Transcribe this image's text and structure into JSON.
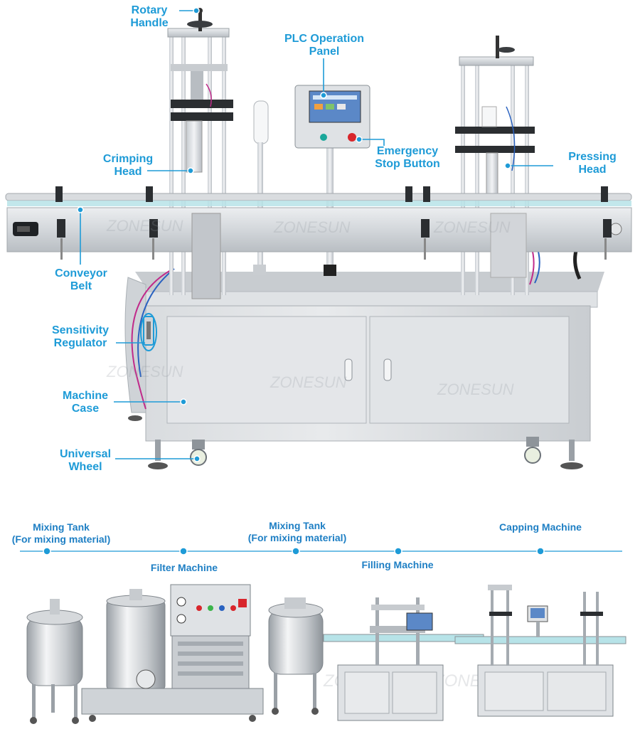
{
  "brand_watermark": "ZONESUN",
  "accent_color": "#1e9bd7",
  "callouts": {
    "rotary_handle": [
      "Rotary",
      "Handle"
    ],
    "plc_panel": [
      "PLC Operation",
      "Panel"
    ],
    "crimping_head": [
      "Crimping",
      "Head"
    ],
    "emergency_stop": [
      "Emergency",
      "Stop Button"
    ],
    "pressing_head": [
      "Pressing",
      "Head"
    ],
    "conveyor_belt": [
      "Conveyor",
      "Belt"
    ],
    "sensitivity_regulator": [
      "Sensitivity",
      "Regulator"
    ],
    "machine_case": [
      "Machine",
      "Case"
    ],
    "universal_wheel": [
      "Universal",
      "Wheel"
    ]
  },
  "production_line": {
    "step1": [
      "Mixing Tank",
      "(For mixing material)"
    ],
    "step2": [
      "Filter Machine"
    ],
    "step3": [
      "Mixing Tank",
      "(For mixing material)"
    ],
    "step4": [
      "Filling Machine"
    ],
    "step5": [
      "Capping Machine"
    ]
  }
}
